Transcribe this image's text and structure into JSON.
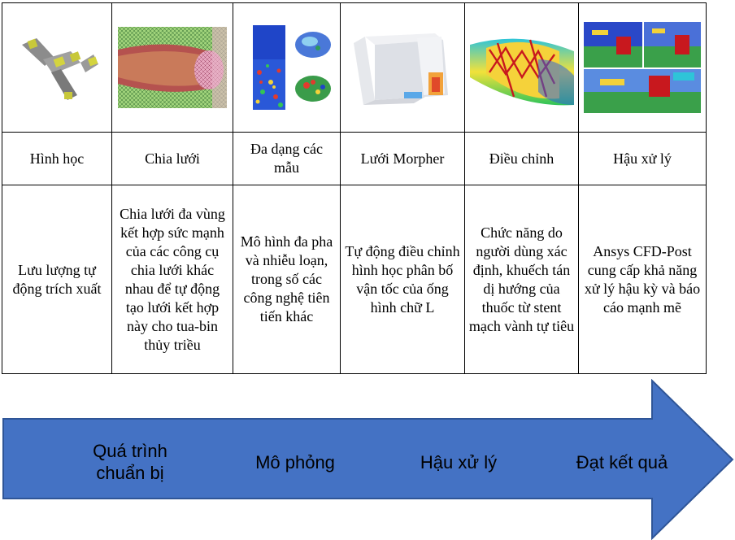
{
  "columns": [
    {
      "image": "geometry-part-image",
      "title": "Hình học",
      "description": "Lưu lượng tự động trích xuất"
    },
    {
      "image": "mesh-image",
      "title": "Chia lưới",
      "description": "Chia lưới đa vùng kết hợp sức mạnh của các công cụ chia lưới khác nhau để tự động tạo lưới kết hợp này cho tua-bin thủy triều"
    },
    {
      "image": "multiphase-image",
      "title": "Đa dạng các mẫu",
      "description": "Mô hình đa pha và nhiễu loạn, trong số các công nghệ tiên tiến khác"
    },
    {
      "image": "l-pipe-image",
      "title": "Lưới Morpher",
      "description": "Tự động điều chỉnh hình học phân bố vận tốc của ống hình chữ L"
    },
    {
      "image": "stent-image",
      "title": "Điều chỉnh",
      "description": "Chức năng do người dùng xác định, khuếch tán dị hướng của thuốc từ stent mạch vành tự tiêu"
    },
    {
      "image": "postprocess-image",
      "title": "Hậu xử lý",
      "description": "Ansys CFD-Post cung cấp khả năng xử lý hậu kỳ và báo cáo mạnh mẽ"
    }
  ],
  "stages": [
    "Quá trình chuẩn bị",
    "Mô phỏng",
    "Hậu xử lý",
    "Đạt kết quả"
  ],
  "colors": {
    "arrow": "#4472C4",
    "arrow_edge": "#2F5597",
    "border": "#000000"
  }
}
